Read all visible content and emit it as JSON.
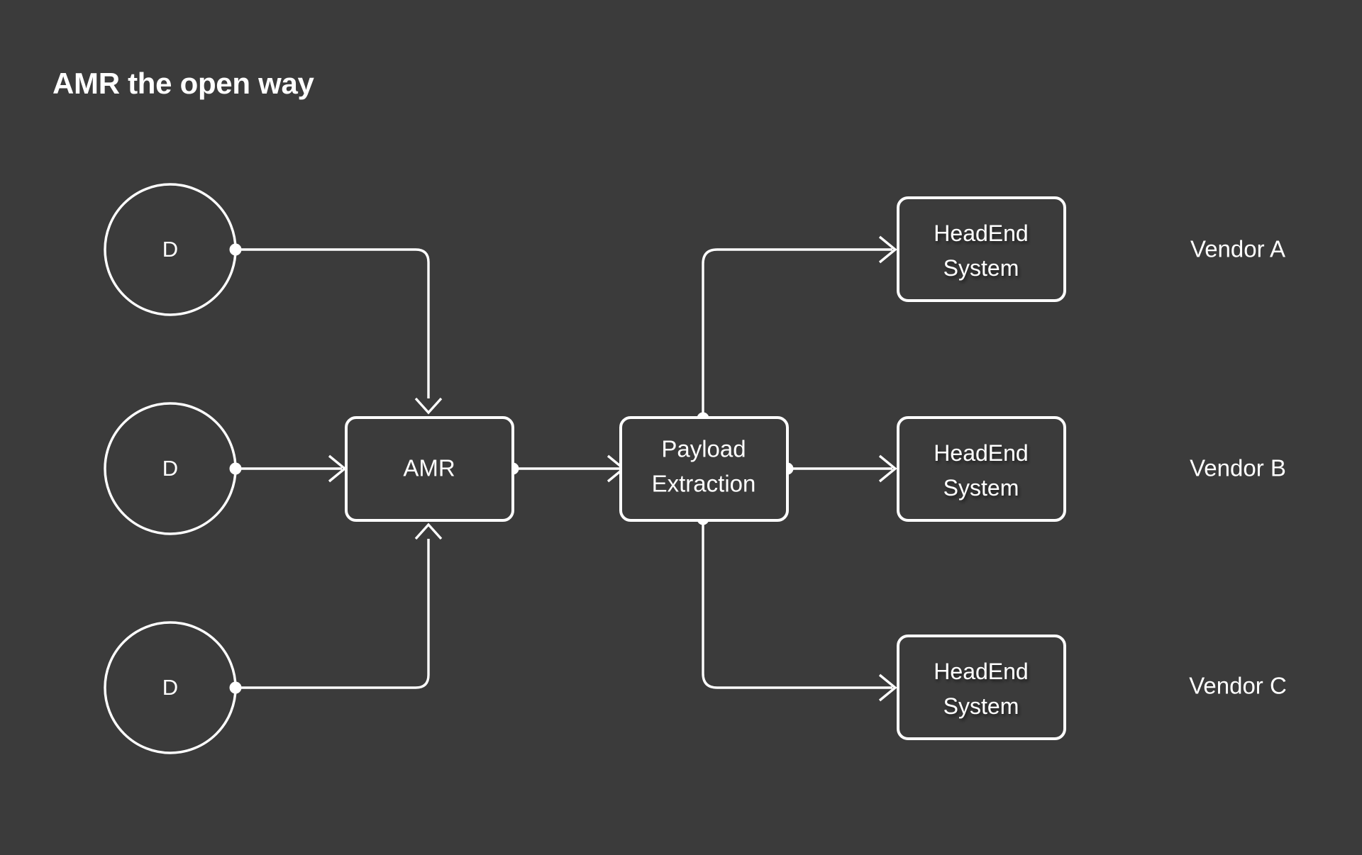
{
  "slide": {
    "title": "AMR the open way",
    "background_color": "#3b3b3b",
    "stroke_color": "#ffffff",
    "text_color": "#ffffff"
  },
  "diagram": {
    "type": "flow-diagram",
    "devices": [
      {
        "id": "device-top",
        "label": "D",
        "shape": "circle"
      },
      {
        "id": "device-middle",
        "label": "D",
        "shape": "circle"
      },
      {
        "id": "device-bottom",
        "label": "D",
        "shape": "circle"
      }
    ],
    "processes": [
      {
        "id": "amr",
        "label": "AMR",
        "shape": "rounded-rect"
      },
      {
        "id": "payload",
        "label_line1": "Payload",
        "label_line2": "Extraction",
        "shape": "rounded-rect"
      }
    ],
    "headends": [
      {
        "id": "headend-a",
        "label_line1": "HeadEnd",
        "label_line2": "System",
        "vendor": "Vendor A"
      },
      {
        "id": "headend-b",
        "label_line1": "HeadEnd",
        "label_line2": "System",
        "vendor": "Vendor B"
      },
      {
        "id": "headend-c",
        "label_line1": "HeadEnd",
        "label_line2": "System",
        "vendor": "Vendor C"
      }
    ],
    "connections": [
      {
        "from": "device-top",
        "to": "amr",
        "style": "elbow-down"
      },
      {
        "from": "device-middle",
        "to": "amr",
        "style": "straight"
      },
      {
        "from": "device-bottom",
        "to": "amr",
        "style": "elbow-up"
      },
      {
        "from": "amr",
        "to": "payload",
        "style": "straight"
      },
      {
        "from": "payload",
        "to": "headend-a",
        "style": "elbow-up"
      },
      {
        "from": "payload",
        "to": "headend-b",
        "style": "straight"
      },
      {
        "from": "payload",
        "to": "headend-c",
        "style": "elbow-down"
      }
    ]
  }
}
